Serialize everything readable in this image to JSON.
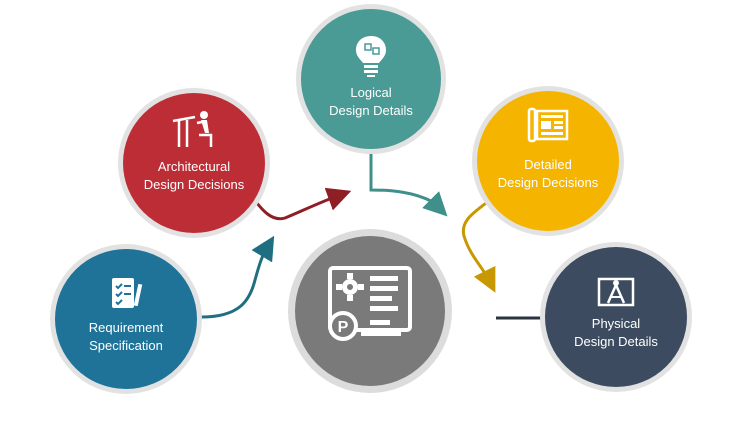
{
  "diagram": {
    "center": {
      "icon": "dashboard-gear-p-icon",
      "color": "#7a7a7a"
    },
    "nodes": [
      {
        "id": "requirement",
        "line1": "Requirement",
        "line2": "Specification",
        "color": "#1f7399",
        "icon": "checklist-pen-icon"
      },
      {
        "id": "architectural",
        "line1": "Architectural",
        "line2": "Design Decisions",
        "color": "#bd2d36",
        "icon": "drafting-desk-icon"
      },
      {
        "id": "logical",
        "line1": "Logical",
        "line2": "Design Details",
        "color": "#4a9a95",
        "icon": "lightbulb-puzzle-icon"
      },
      {
        "id": "detailed",
        "line1": "Detailed",
        "line2": "Design Decisions",
        "color": "#f5b400",
        "icon": "blueprint-icon"
      },
      {
        "id": "physical",
        "line1": "Physical",
        "line2": "Design Details",
        "color": "#3c4b5f",
        "icon": "compass-blueprint-icon"
      }
    ],
    "connectors": [
      {
        "from": "requirement",
        "color": "#1f6f80"
      },
      {
        "from": "architectural",
        "color": "#8e1f25"
      },
      {
        "from": "logical",
        "color": "#3f8f8a"
      },
      {
        "from": "detailed",
        "color": "#c89800"
      },
      {
        "from": "physical",
        "color": "#2b3440"
      }
    ]
  }
}
